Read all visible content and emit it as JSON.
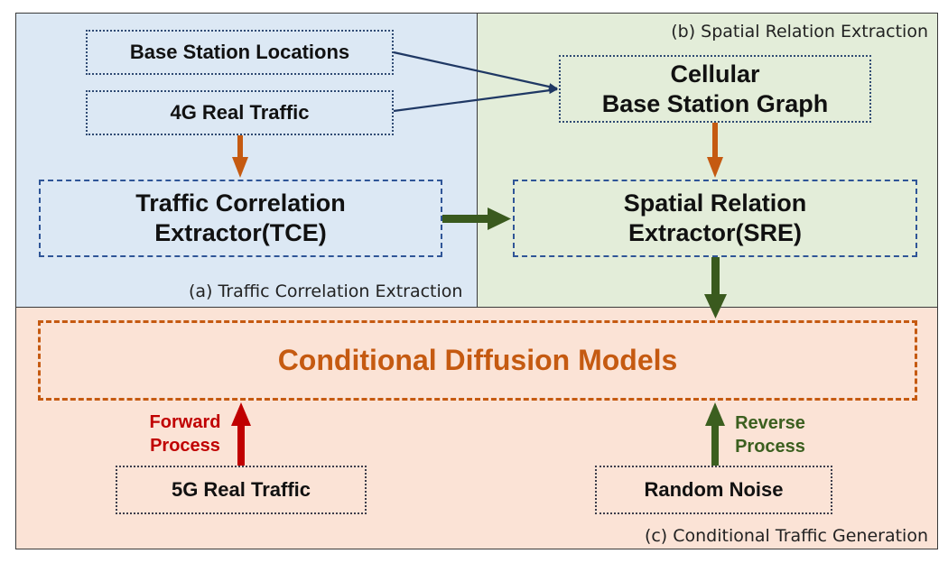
{
  "regions": {
    "a_caption": "(a) Traffic Correlation Extraction",
    "b_caption": "(b) Spatial Relation Extraction",
    "c_caption": "(c) Conditional Traffic Generation"
  },
  "nodes": {
    "base_station_locations": "Base Station Locations",
    "real_traffic_4g": "4G Real Traffic",
    "cellular_graph_line1": "Cellular",
    "cellular_graph_line2": "Base Station Graph",
    "tce_line1": "Traffic Correlation",
    "tce_line2": "Extractor(TCE)",
    "sre_line1": "Spatial Relation",
    "sre_line2": "Extractor(SRE)",
    "diffusion": "Conditional Diffusion Models",
    "real_traffic_5g": "5G Real Traffic",
    "random_noise": "Random Noise"
  },
  "edge_labels": {
    "forward_line1": "Forward",
    "forward_line2": "Process",
    "reverse_line1": "Reverse",
    "reverse_line2": "Process"
  },
  "colors": {
    "region_a": "#dce8f4",
    "region_b": "#e3edd9",
    "region_c": "#fbe3d6",
    "orange_arrow": "#c55a11",
    "green_arrow": "#3a5a1e",
    "navy_arrow": "#1f3864",
    "forward_red": "#c00000",
    "reverse_green": "#3b5f1f"
  }
}
